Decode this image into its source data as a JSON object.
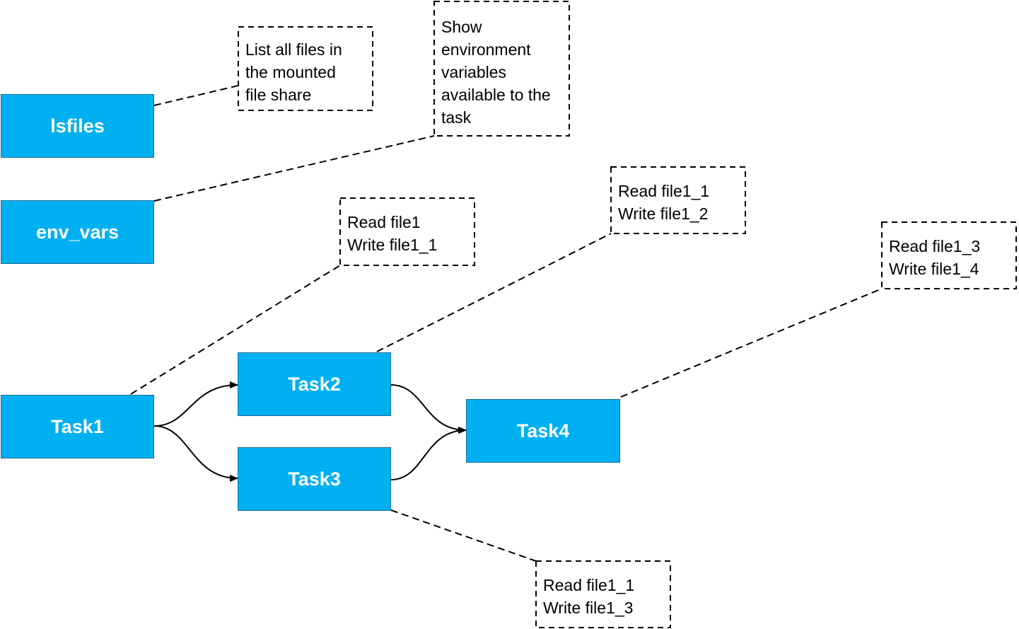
{
  "colors": {
    "task_fill": "#00b0f0",
    "task_border": "#1f6e96",
    "task_text": "#ffffff",
    "note_border": "#000000",
    "connector": "#000000"
  },
  "tasks": {
    "lsfiles": "lsfiles",
    "env_vars": "env_vars",
    "task1": "Task1",
    "task2": "Task2",
    "task3": "Task3",
    "task4": "Task4"
  },
  "notes": {
    "lsfiles": [
      "List all files in",
      "the mounted",
      "file share"
    ],
    "env_vars": [
      "Show",
      "environment",
      "variables",
      "available to the",
      "task"
    ],
    "task1": [
      "Read file1",
      "Write file1_1"
    ],
    "task2": [
      "Read file1_1",
      "Write file1_2"
    ],
    "task3": [
      "Read file1_1",
      "Write file1_3"
    ],
    "task4": [
      "Read file1_3",
      "Write file1_4"
    ]
  },
  "edges": [
    {
      "from": "Task1",
      "to": "Task2"
    },
    {
      "from": "Task1",
      "to": "Task3"
    },
    {
      "from": "Task2",
      "to": "Task4"
    },
    {
      "from": "Task3",
      "to": "Task4"
    }
  ]
}
